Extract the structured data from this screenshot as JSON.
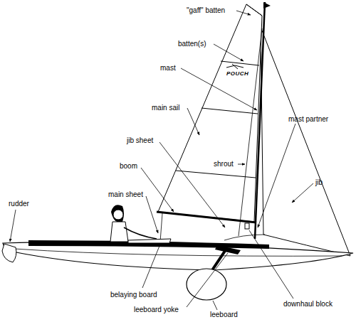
{
  "diagram": {
    "labels": [
      "\"gaff\" batten",
      "batten(s)",
      "mast",
      "main sail",
      "mast partner",
      "jib sheet",
      "shrout",
      "jib",
      "boom",
      "main sheet",
      "rudder",
      "belaying board",
      "leeboard yoke",
      "downhaul block",
      "leeboard",
      "POUCH"
    ]
  }
}
